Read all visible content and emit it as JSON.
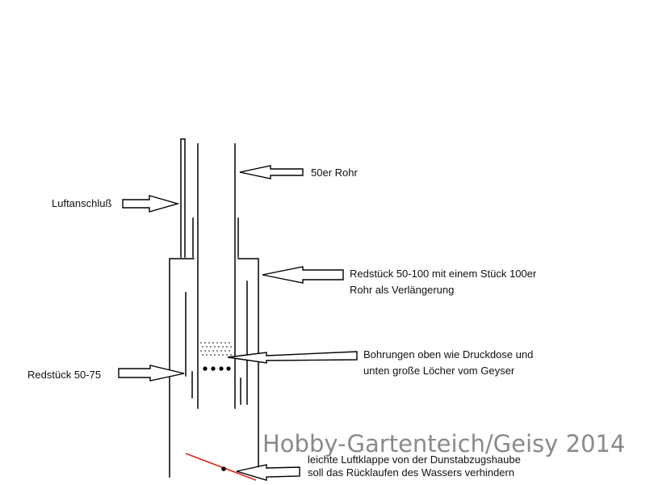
{
  "labels": {
    "rohr50": "50er Rohr",
    "luftanschluss": "Luftanschluß",
    "redstueck100_line1": "Redstück 50-100 mit einem Stück 100er",
    "redstueck100_line2": "Rohr als Verlängerung",
    "bohrungen_line1": "Bohrungen oben wie Druckdose und",
    "bohrungen_line2": "unten große Löcher vom Geyser",
    "redstueck75": "Redstück 50-75",
    "klappe_line1": "leichte Luftklappe von der Dunstabzugshaube",
    "klappe_line2": "soll das Rücklaufen des Wassers verhindern"
  },
  "watermark": "Hobby-Gartenteich/Geisy 2014",
  "colors": {
    "line": "#000000",
    "flap": "#e0251b",
    "watermark": "#8a8a8a"
  }
}
